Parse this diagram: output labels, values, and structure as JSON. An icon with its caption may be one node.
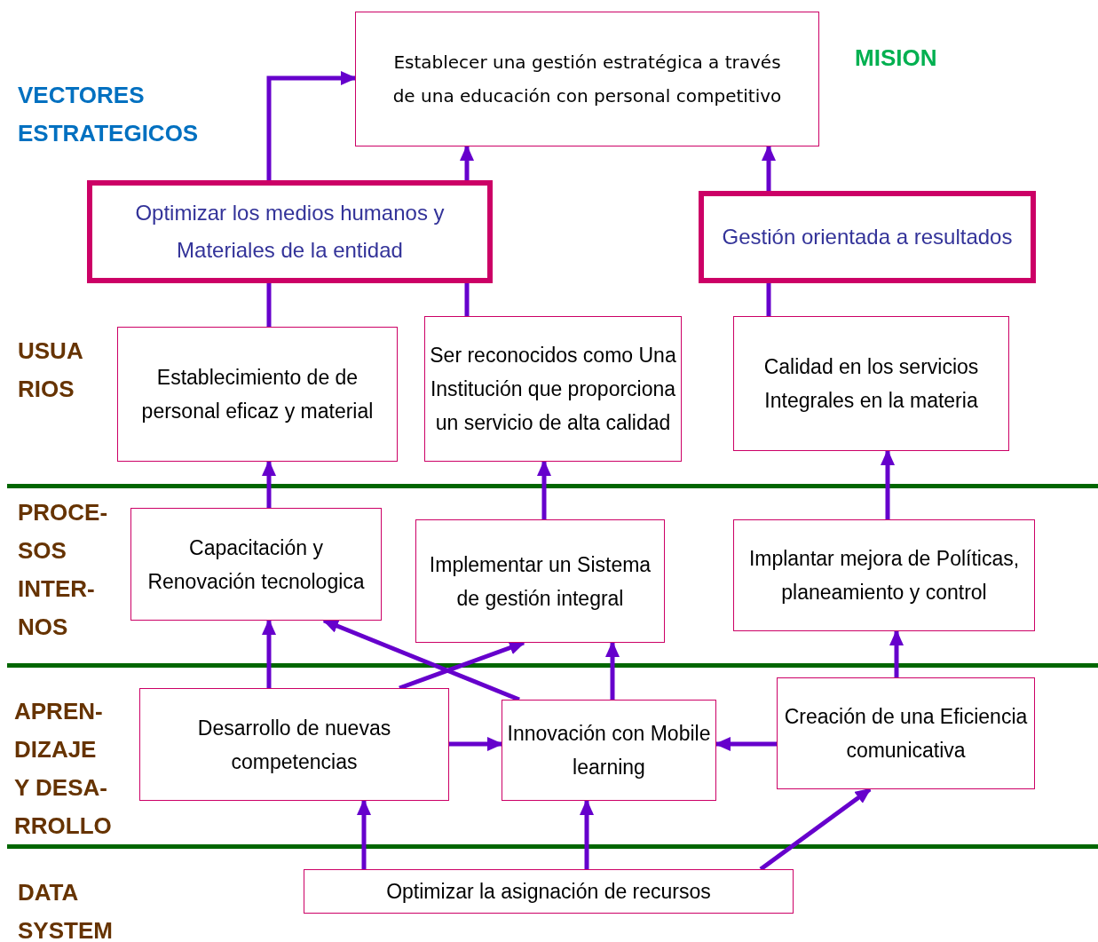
{
  "diagram": {
    "nodes": [
      {
        "text": [
          "Establecer una gestión estratégica a través de una educación con personal competitivo"
        ]
      },
      {
        "text": [
          "Optimizar los medios humanos y Materiales de la entidad"
        ]
      },
      {
        "text": [
          "Gestión orientada a resultados"
        ]
      },
      {
        "text": [
          "Establecimiento de de personal eficaz y material"
        ]
      },
      {
        "text": [
          "Ser reconocidos como Una Institución que proporciona un servicio de alta calidad"
        ]
      },
      {
        "text": [
          "Calidad en los servicios Integrales en la materia"
        ]
      },
      {
        "text": [
          "Capacitación y Renovación tecnologica"
        ]
      },
      {
        "text": [
          "Implementar un Sistema de gestión integral"
        ]
      },
      {
        "text": [
          "Implantar mejora de Políticas, planeamiento y control"
        ]
      },
      {
        "text": [
          "Desarrollo de nuevas competencias"
        ]
      },
      {
        "text": [
          "Innovación con Mobile learning"
        ]
      },
      {
        "text": [
          "Creación de una Eficiencia comunicativa"
        ]
      },
      {
        "text": [
          "Optimizar la asignación de recursos"
        ]
      }
    ],
    "edges": [
      {
        "from": 1,
        "to": 0,
        "arrow": "to"
      },
      {
        "from": 1,
        "to": 0,
        "arrow": "to"
      },
      {
        "from": 2,
        "to": 0,
        "arrow": "to"
      },
      {
        "from": 3,
        "to": 1,
        "arrow": "none"
      },
      {
        "from": 4,
        "to": 1,
        "arrow": "none"
      },
      {
        "from": 5,
        "to": 2,
        "arrow": "none"
      },
      {
        "from": 6,
        "to": 3,
        "arrow": "to"
      },
      {
        "from": 7,
        "to": 4,
        "arrow": "to"
      },
      {
        "from": 8,
        "to": 5,
        "arrow": "to"
      },
      {
        "from": 9,
        "to": 6,
        "arrow": "to"
      },
      {
        "from": 9,
        "to": 7,
        "arrow": "to"
      },
      {
        "from": 10,
        "to": 6,
        "arrow": "to"
      },
      {
        "from": 10,
        "to": 7,
        "arrow": "to"
      },
      {
        "from": 11,
        "to": 8,
        "arrow": "to"
      },
      {
        "from": 9,
        "to": 10,
        "arrow": "to"
      },
      {
        "from": 11,
        "to": 10,
        "arrow": "to"
      },
      {
        "from": 12,
        "to": 9,
        "arrow": "to"
      },
      {
        "from": 12,
        "to": 10,
        "arrow": "to"
      },
      {
        "from": 12,
        "to": 11,
        "arrow": "to"
      }
    ],
    "labels": [
      "MISION",
      "VECTORES ESTRATEGICOS",
      "USUA RIOS",
      "PROCE- SOS INTER- NOS",
      "APREN- DIZAJE Y DESA- RROLLO",
      "DATA SYSTEM"
    ]
  }
}
